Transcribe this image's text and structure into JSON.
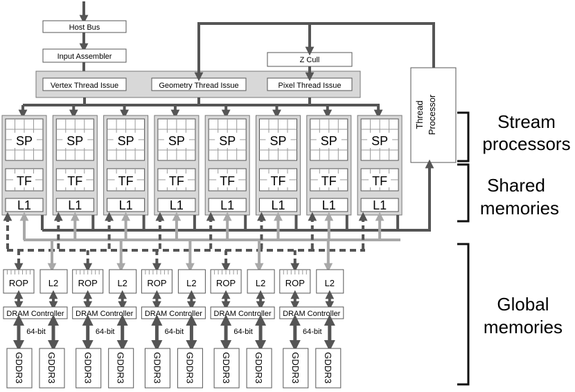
{
  "top": {
    "host_bus": "Host Bus",
    "input_assembler": "Input Assembler",
    "z_cull": "Z Cull",
    "vertex_issue": "Vertex Thread Issue",
    "geometry_issue": "Geometry Thread Issue",
    "pixel_issue": "Pixel Thread Issue",
    "thread_processor_line1": "Thread",
    "thread_processor_line2": "Processor"
  },
  "cluster": {
    "sp": "SP",
    "tf": "TF",
    "l1": "L1",
    "count": 8
  },
  "partition": {
    "rop": "ROP",
    "l2": "L2",
    "dram": "DRAM Controller",
    "bus": "64-bit",
    "gddr": "GDDR3",
    "count": 5
  },
  "labels": {
    "stream_line1": "Stream",
    "stream_line2": "processors",
    "shared_line1": "Shared",
    "shared_line2": "memories",
    "global_line1": "Global",
    "global_line2": "memories"
  }
}
